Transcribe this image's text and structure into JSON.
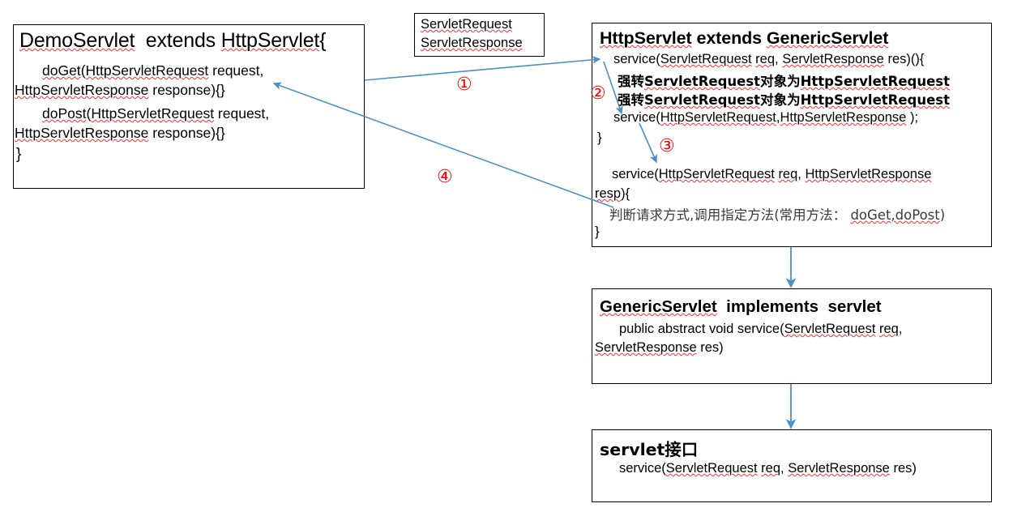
{
  "diagram": {
    "title": "Servlet inheritance hierarchy diagram",
    "accent_color": "#4a90c8",
    "marker_color": "#ff0000",
    "box_border_color": "#000000",
    "spellcheck_underline_color": "#ff2d2d"
  },
  "boxes": {
    "demo_servlet": {
      "name": "DemoServlet",
      "title": "DemoServlet  extends HttpServlet{",
      "line1": "doGet(HttpServletRequest request,",
      "line2": "HttpServletResponse response){}",
      "line3": "doPost(HttpServletRequest request,",
      "line4": "HttpServletResponse response){}",
      "line5": "}"
    },
    "servlet_types": {
      "line1": "ServletRequest",
      "line2": "ServletResponse"
    },
    "http_servlet": {
      "title": "HttpServlet extends GenericServlet",
      "line1": "service(ServletRequest req, ServletResponse res)(){",
      "line2": "强转ServletRequest对象为HttpServletRequest",
      "line3": "强转ServletRequest对象为HttpServletRequest",
      "line4": "service(HttpServletRequest,HttpServletResponse );",
      "line5": "}",
      "line6": "service(HttpServletRequest req, HttpServletResponse",
      "line7": "resp){",
      "line8": "判断请求方式,调用指定方法(常用方法： doGet,doPost)",
      "line9": "}"
    },
    "generic_servlet": {
      "title": "GenericServlet  implements  servlet",
      "line1": "public abstract void service(ServletRequest req,",
      "line2": "ServletResponse res)"
    },
    "servlet_interface": {
      "title": "servlet接口",
      "line1": "service(ServletRequest req, ServletResponse res)"
    }
  },
  "markers": {
    "one": "①",
    "two": "②",
    "three": "③",
    "four": "④"
  }
}
